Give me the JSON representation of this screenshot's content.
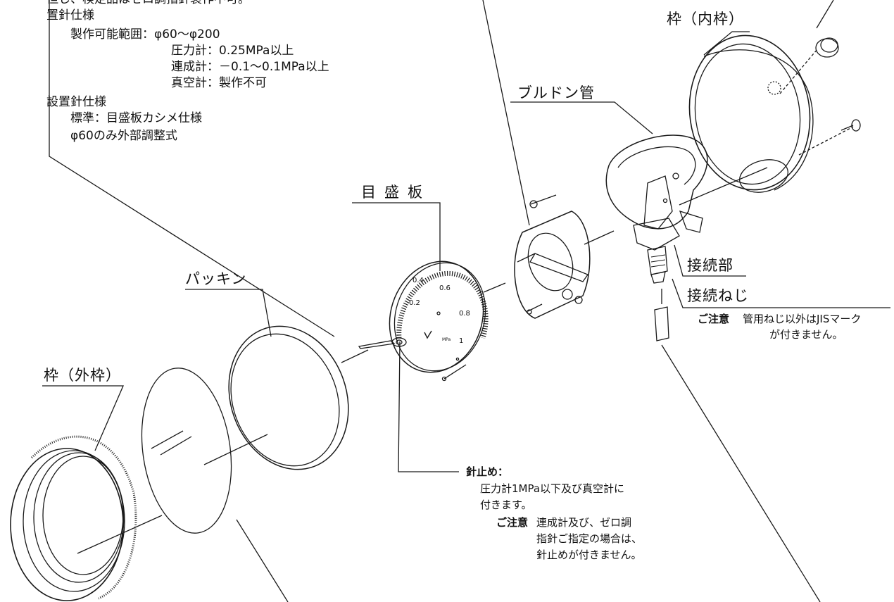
{
  "notes": {
    "top_left_lines": [
      "但し、検定品はゼロ調指針製作不可。",
      "置針仕様",
      "製作可能範囲：φ60～φ200",
      "圧力計：0.25MPa以上",
      "連成計：－0.1～0.1MPa以上",
      "真空計：製作不可",
      "設置針仕様",
      "標準：目盛板カシメ仕様",
      "φ60のみ外部調整式"
    ]
  },
  "labels": {
    "inner_frame": "枠（内枠）",
    "bourdon_tube": "ブルドン管",
    "dial_plate": "目盛板",
    "packing": "パッキン",
    "outer_frame": "枠（外枠）",
    "connection": "接続部",
    "connection_screw": "接続ねじ"
  },
  "caution_connection": {
    "title": "ご注意",
    "line1": "管用ねじ以外はJISマーク",
    "line2": "が付きません。"
  },
  "pointer_stop": {
    "title": "針止め：",
    "line1": "圧力計1MPa以下及び真空計に",
    "line2": "付きます。",
    "caution_title": "ご注意",
    "caution_line1": "連成計及び、ゼロ調",
    "caution_line2": "指針ご指定の場合は、",
    "caution_line3": "針止めが付きません。"
  },
  "dial_scale": {
    "ticks": [
      "0.2",
      "0.4",
      "0.6",
      "0.8",
      "1"
    ],
    "unit": "MPa"
  },
  "colors": {
    "line": "#1a1a1a",
    "background": "#ffffff"
  }
}
